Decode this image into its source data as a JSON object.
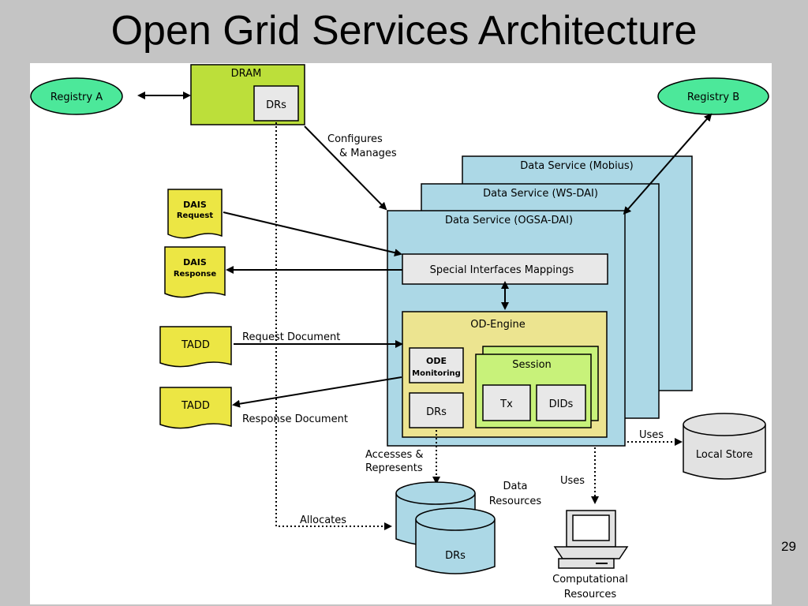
{
  "slide": {
    "title": "Open Grid Services Architecture",
    "page_number": "29"
  },
  "diagram": {
    "registry_a": "Registry A",
    "registry_b": "Registry B",
    "dram": {
      "title": "DRAM",
      "drs": "DRs"
    },
    "configures_label": [
      "Configures",
      "& Manages"
    ],
    "data_services": [
      "Data Service (Mobius)",
      "Data Service (WS-DAI)",
      "Data Service (OGSA-DAI)"
    ],
    "special_interfaces": "Special Interfaces Mappings",
    "od_engine": {
      "title": "OD-Engine",
      "ode_monitoring": [
        "ODE",
        "Monitoring"
      ],
      "drs": "DRs",
      "session": "Session",
      "tx": "Tx",
      "dids": "DIDs"
    },
    "dais_request": [
      "DAIS",
      "Request"
    ],
    "dais_response": [
      "DAIS",
      "Response"
    ],
    "tadd_request": "TADD",
    "tadd_response": "TADD",
    "request_document": "Request Document",
    "response_document": "Response Document",
    "uses_local": "Uses",
    "uses_computational": "Uses",
    "local_store": "Local Store",
    "accesses_label": [
      "Accesses &",
      "Represents"
    ],
    "data_resources_label": [
      "Data",
      "Resources"
    ],
    "allocates_label": "Allocates",
    "drs_cylinder": "DRs",
    "computational_label": [
      "Computational",
      "Resources"
    ]
  },
  "colors": {
    "registry": "#4ce89a",
    "dram": "#bcdf3a",
    "data_service": "#acd8e6",
    "od_engine": "#ece490",
    "session": "#c8f27a",
    "document": "#ece644",
    "box_grey": "#e8e8e8",
    "local_store": "#e2e2e2"
  }
}
